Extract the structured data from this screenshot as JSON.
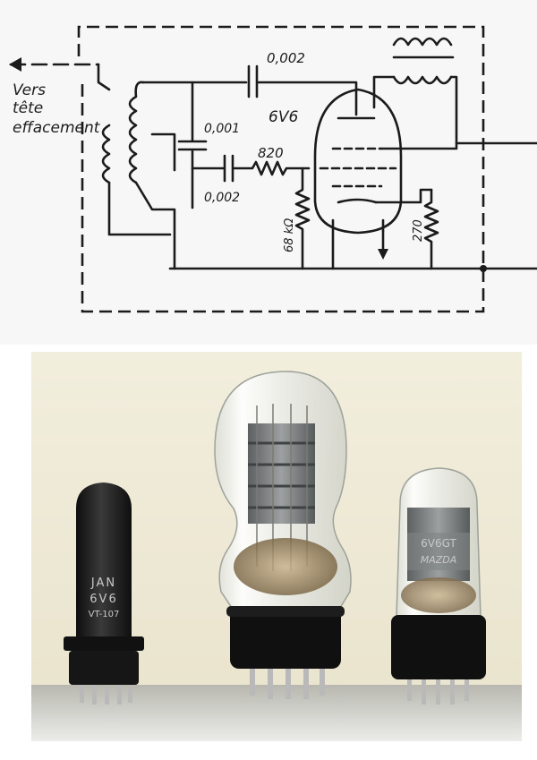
{
  "schematic": {
    "left_note": [
      "Vers",
      "tête",
      "effacement"
    ],
    "tube_label": "6V6",
    "cap_top_label": "0,002",
    "cap_left_label": "0,001",
    "cap_grid_label": "0,002",
    "grid_resistor_label": "820",
    "grid_leak_label": "68 kΩ",
    "cathode_resistor_label": "270"
  },
  "photo": {
    "tube1_marking": [
      "JAN",
      "6V6",
      "VT-107"
    ],
    "tube3_marking": [
      "6V6GT",
      "MAZDA"
    ]
  }
}
